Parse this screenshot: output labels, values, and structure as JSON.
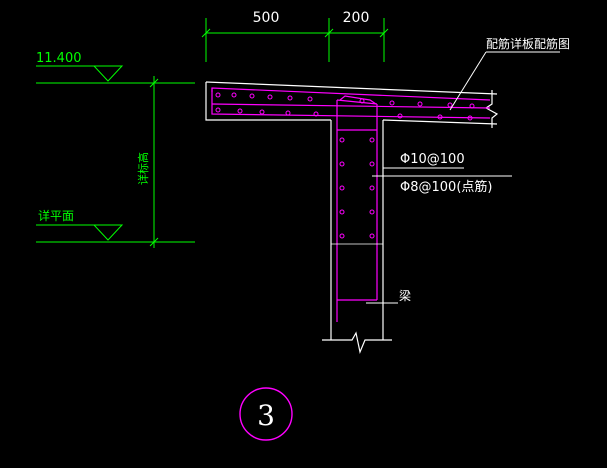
{
  "colors": {
    "background": "#000000",
    "structure": "#ffffff",
    "dimension": "#00ff00",
    "rebar": "#ff00ff",
    "circle": "#ff00ff"
  },
  "dimensions": {
    "width_left": "500",
    "width_right": "200"
  },
  "levels": {
    "top_elevation": "11.400",
    "bottom_label": "详平面",
    "height_label": "详标高"
  },
  "annotations": {
    "slab_label": "配筋详板配筋图",
    "stirrup_main": "Φ10@100",
    "stirrup_secondary": "Φ8@100(点筋)",
    "beam_label": "梁"
  },
  "detail": {
    "number": "3"
  }
}
